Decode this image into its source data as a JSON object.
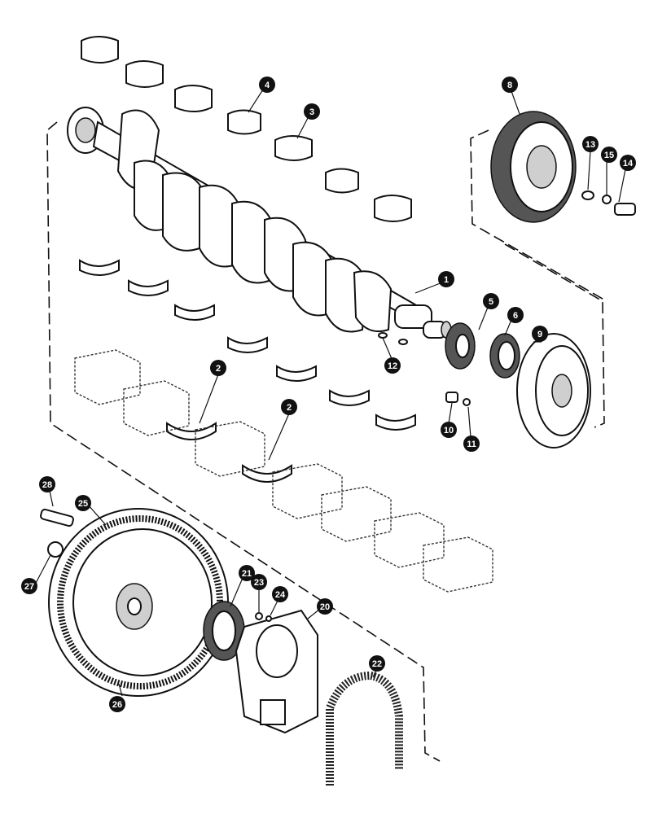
{
  "colors": {
    "ink": "#111111",
    "paper": "#ffffff",
    "shade": "#cfcfcf"
  },
  "callouts": {
    "c1": "1",
    "c2a": "2",
    "c2b": "2",
    "c3": "3",
    "c4": "4",
    "c5": "5",
    "c6": "6",
    "c8": "8",
    "c9": "9",
    "c10": "10",
    "c11": "11",
    "c12": "12",
    "c13": "13",
    "c14": "14",
    "c15": "15",
    "c20": "20",
    "c21": "21",
    "c22": "22",
    "c23": "23",
    "c24": "24",
    "c25": "25",
    "c26": "26",
    "c27": "27",
    "c28": "28"
  }
}
